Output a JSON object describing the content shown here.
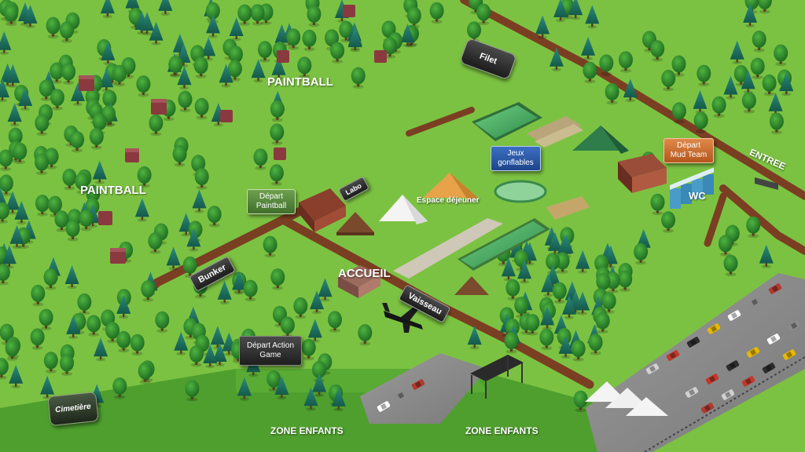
{
  "map": {
    "colors": {
      "grass": "#7cc242",
      "path": "#7a3f22",
      "parking": "#8c8c8c",
      "tree_round": "#2f8a2a",
      "tree_pine": "#1f6d55",
      "bunker_block": "#8a3a3f",
      "pool": "#3f9a58",
      "tent_orange": "#e8a24a",
      "tent_white": "#f4f4f4",
      "sign_dark": "#2a2a2a",
      "sign_blue": "#2b57a4",
      "sign_orange": "#c86a2e",
      "sign_green": "#4f8a3a"
    },
    "zone_labels": {
      "paintball_top": "PAINTBALL",
      "paintball_left": "PAINTBALL",
      "accueil": "ACCUEIL",
      "wc": "WC",
      "entree": "ENTREE",
      "zone_enfants_left": "ZONE ENFANTS",
      "zone_enfants_right": "ZONE ENFANTS"
    },
    "signs": {
      "filet": "Filet",
      "depart_paintball": "Départ Paintball",
      "labo": "Labo",
      "espace_dejeuner": "Espace déjeuner",
      "jeux_gonflables": "Jeux gonflables",
      "depart_mud_team": "Départ Mud Team",
      "bunker": "Bunker",
      "vaisseau": "Vaisseau",
      "depart_action_game": "Départ Action Game",
      "cimetiere": "Cimetière"
    },
    "icons": [
      "paintball-field-block-icon",
      "round-tree-icon",
      "pine-tree-icon",
      "tent-icon",
      "container-icon",
      "aircraft-icon",
      "car-icon",
      "toilet-cabin-icon",
      "pool-icon"
    ]
  }
}
